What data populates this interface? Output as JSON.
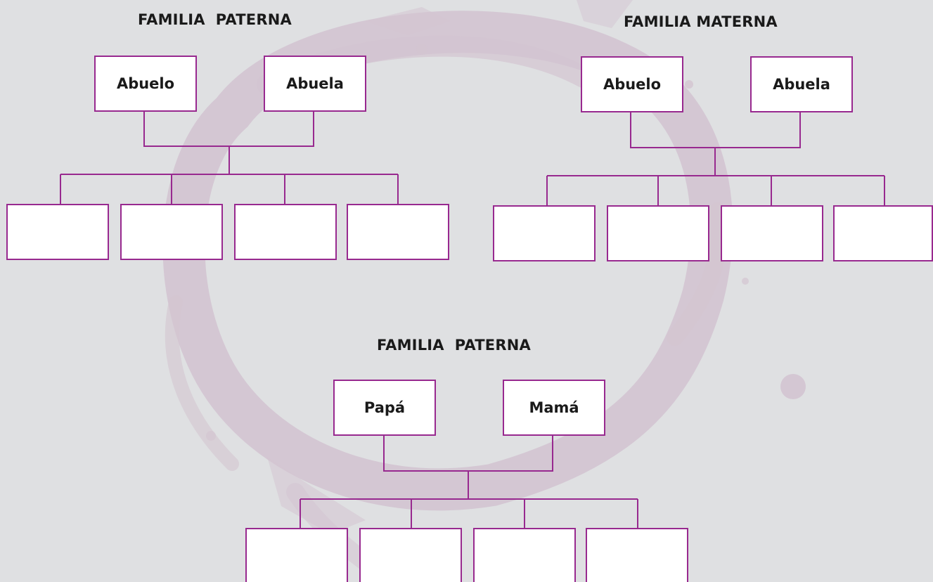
{
  "colors": {
    "background": "#dfe0e2",
    "accent": "#98298f",
    "watermark": "#d3c4d1",
    "box_fill": "#ffffff",
    "text": "#1a1a1a"
  },
  "trees": [
    {
      "heading": "FAMILIA  PATERNA",
      "parents": [
        "Abuelo",
        "Abuela"
      ],
      "children": [
        "",
        "",
        "",
        ""
      ]
    },
    {
      "heading": "FAMILIA MATERNA",
      "parents": [
        "Abuelo",
        "Abuela"
      ],
      "children": [
        "",
        "",
        "",
        ""
      ]
    },
    {
      "heading": "FAMILIA  PATERNA",
      "parents": [
        "Papá",
        "Mamá"
      ],
      "children": [
        "",
        "",
        "",
        ""
      ]
    }
  ]
}
